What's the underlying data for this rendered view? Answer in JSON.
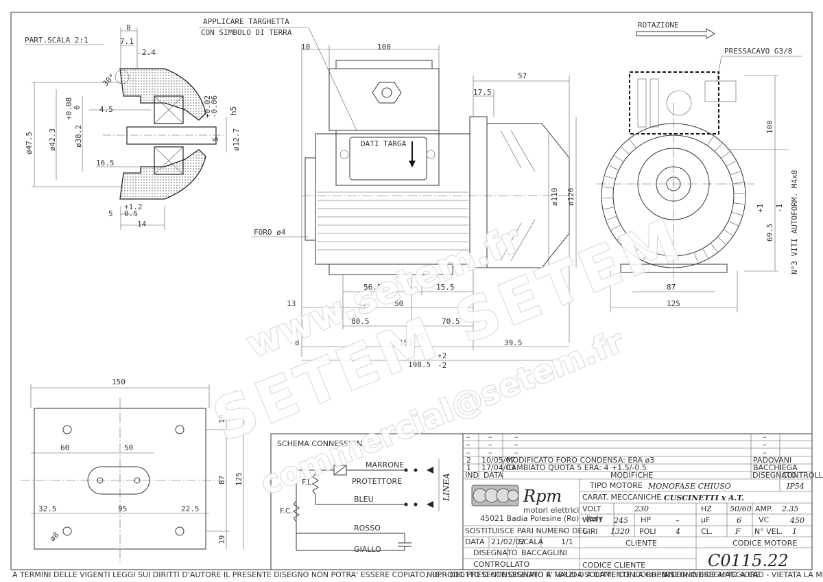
{
  "titles": {
    "part_scale": "PART.SCALA 2:1",
    "plate_note_1": "APPLICARE TARGHETTA",
    "plate_note_2": "CON SIMBOLO DI TERRA",
    "rotation": "ROTAZIONE",
    "cable_gland": "PRESSACAVO G3/8",
    "nameplate_data": "DATI TARGA",
    "hole": "FORO ø4",
    "screws": "N°3 VITI AUTOFORM. M4x8",
    "schema": "SCHEMA CONNESSIONI"
  },
  "detail_dims": {
    "d8": "8",
    "d7_1": "7.1",
    "d2_4": "2.4",
    "angle": "30°",
    "d4_5": "4.5",
    "d16_5": "16.5",
    "d5": "5",
    "d14": "14",
    "dia47_5": "ø47.5",
    "dia42_3": "ø42.3",
    "dia38_2": "ø38.2",
    "tol38_2_hi": "+0.08",
    "tol38_2_lo": "0",
    "tol12_7_hi": "+0.02",
    "tol12_7_lo": "-0.06",
    "dia12_7": "ø12.7",
    "h5": "h5",
    "d5b": "5",
    "tol5_hi": "+1.2",
    "tol5_lo": "0.5"
  },
  "side_dims": {
    "d10": "10",
    "d100": "100",
    "d57": "57",
    "d17_5": "17.5",
    "d56_5": "56.5",
    "d15_5": "15.5",
    "d13": "13",
    "d47": "47",
    "d50": "50",
    "d80_5": "80.5",
    "d70_5": "70.5",
    "d8": "8",
    "d151": "151",
    "tol151": "+1",
    "d39_5": "39.5",
    "d198_5": "198.5",
    "tol198_hi": "+2",
    "tol198_lo": "-2",
    "dia110": "ø110",
    "dia126": "ø126"
  },
  "front_dims": {
    "d100": "100",
    "d69_5": "69.5",
    "tol69_hi": "+1",
    "tol69_lo": "-1",
    "d87": "87",
    "d125": "125"
  },
  "base_dims": {
    "d150": "150",
    "d60": "60",
    "d50": "50",
    "d19a": "19",
    "d19b": "19",
    "d87": "87",
    "d125": "125",
    "d32_5": "32.5",
    "d95": "95",
    "d22_5": "22.5",
    "dia8": "ø8"
  },
  "schema": {
    "wires": [
      "MARRONE",
      "BLEU",
      "ROSSO",
      "GIALLO"
    ],
    "protector": "PROTETTORE",
    "linea": "LINEA",
    "fl": "F.L.",
    "fc": "F.C."
  },
  "revisions": {
    "blank": "–",
    "rows": [
      {
        "ind": "2",
        "date": "10/05/07",
        "desc": "MODIFICATO FORO CONDENSA: ERA ø3",
        "drawn": "PADOVANI"
      },
      {
        "ind": "1",
        "date": "17/04/03",
        "desc": "CAMBIATO QUOTA 5 ERA: 4 +1.5/-0.5",
        "drawn": "BACCHIEGA"
      }
    ],
    "hdr_ind": "IND",
    "hdr_date": "DATA",
    "hdr_mod": "MODIFICHE",
    "hdr_drawn": "DISEGNATO",
    "hdr_checked": "CONTROLLATO"
  },
  "company": {
    "logo": "Rpm",
    "name": "motori elettrici",
    "address": "45021 Badia Polesine (Ro) - Italy",
    "replaces": "SOSTITUISCE PARI NUMERO DEL",
    "replaces_val": "–",
    "date_lbl": "DATA",
    "date_val": "21/02/02",
    "scale_lbl": "SCALA",
    "scale_val": "1/1",
    "drawn_lbl": "DISEGNATO",
    "drawn_val": "BACCAGLINI",
    "checked_lbl": "CONTROLLATO"
  },
  "motor": {
    "type_lbl": "TIPO MOTORE",
    "type_val": "MONOFASE CHIUSO",
    "ip": "IP54",
    "mech_lbl": "CARAT. MECCANICHE",
    "mech_val": "CUSCINETTI x A.T.",
    "volt_lbl": "VOLT",
    "volt_val": "230",
    "hz_lbl": "HZ",
    "hz_val": "50/60",
    "amp_lbl": "AMP.",
    "amp_val": "2.35",
    "watt_lbl": "WATT",
    "watt_val": "245",
    "hp_lbl": "HP",
    "hp_val": "–",
    "uf_lbl": "µF",
    "uf_val": "6",
    "vc_lbl": "VC",
    "vc_val": "450",
    "giri_lbl": "GIRI",
    "giri_val": "1320",
    "poli_lbl": "POLI",
    "poli_val": "4",
    "cl_lbl": "CL.",
    "cl_val": "F",
    "nvel_lbl": "N° VEL.",
    "nvel_val": "1",
    "client_lbl": "CLIENTE",
    "client_code_lbl": "CODICE CLIENTE",
    "motor_code_lbl": "CODICE MOTORE",
    "motor_code": "C0115.22"
  },
  "footer": {
    "left": "A TERMINI DELLE VIGENTI LEGGI SUI DIRITTI D'AUTORE IL PRESENTE DISEGNO NON POTRA' ESSERE COPIATO, RIPRODOTTO O CONSEGNATO A TERZI O A DITTE CONCORRENTI.",
    "middle": "N.B. - DEL PRESENTE DISEGNO E' VALIDA SOLAMENTE LA COPIA CON INDICE MAGGIORE.",
    "right": "DISEGNO ESEGUITO A CAD - VIETATA LA MODIFICA MANUALE"
  },
  "watermarks": [
    "www.setem.fr",
    "SETEM SETEM",
    "commercial@setem.fr"
  ]
}
